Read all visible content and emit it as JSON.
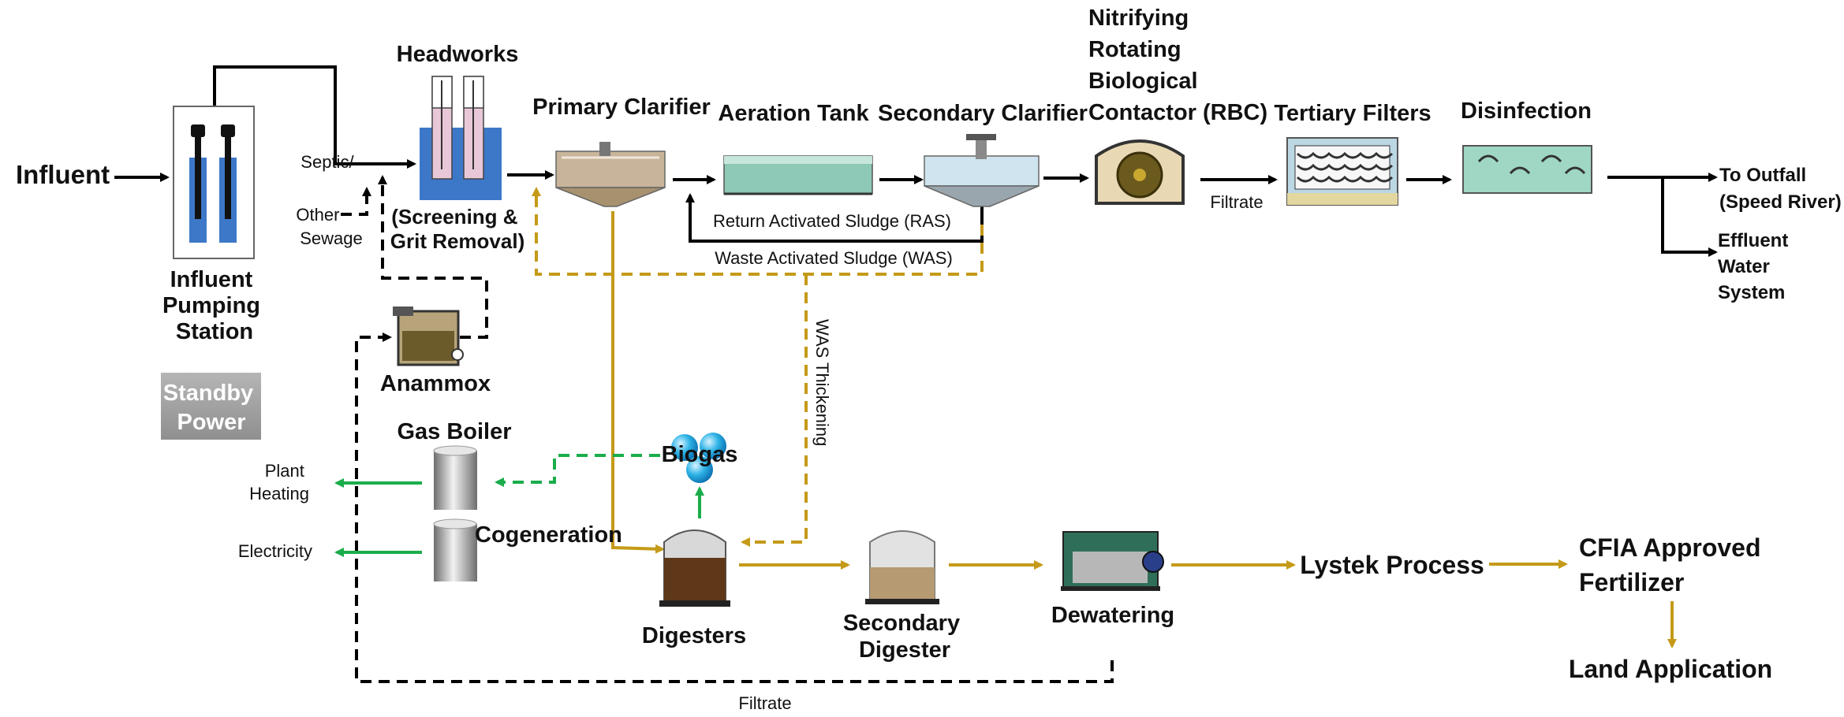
{
  "labels": {
    "influent": "Influent",
    "pumping_line1": "Influent",
    "pumping_line2": "Pumping",
    "pumping_line3": "Station",
    "standby_line1": "Standby",
    "standby_line2": "Power",
    "headworks": "Headworks",
    "headworks_sub1": "(Screening &",
    "headworks_sub2": "Grit Removal)",
    "septic_line1": "Septic/",
    "septic_line2": "Other",
    "septic_line3": "Sewage",
    "primary_clarifier": "Primary Clarifier",
    "aeration_tank": "Aeration Tank",
    "secondary_clarifier": "Secondary Clarifier",
    "rbc_line1": "Nitrifying",
    "rbc_line2": "Rotating",
    "rbc_line3": "Biological",
    "rbc_line4": "Contactor (RBC)",
    "tertiary_filters": "Tertiary Filters",
    "disinfection": "Disinfection",
    "filtrate_top": "Filtrate",
    "outfall_line1": "To Outfall",
    "outfall_line2": "(Speed River)",
    "effluent_line1": "Effluent",
    "effluent_line2": "Water",
    "effluent_line3": "System",
    "ras": "Return Activated Sludge (RAS)",
    "was": "Waste Activated Sludge (WAS)",
    "was_thickening": "WAS Thickening",
    "anammox": "Anammox",
    "gas_boiler": "Gas Boiler",
    "biogas": "Biogas",
    "plant_heating_line1": "Plant",
    "plant_heating_line2": "Heating",
    "electricity": "Electricity",
    "cogeneration": "Cogeneration",
    "digesters": "Digesters",
    "secondary_digester_line1": "Secondary",
    "secondary_digester_line2": "Digester",
    "dewatering": "Dewatering",
    "lystek": "Lystek Process",
    "cfia_line1": "CFIA Approved",
    "cfia_line2": "Fertilizer",
    "land_application": "Land Application",
    "filtrate_bottom": "Filtrate"
  },
  "colors": {
    "flow_main": "#000000",
    "flow_sludge": "#c49a18",
    "flow_gas_energy": "#1aad4b",
    "flow_filtrate_return": "#000000"
  }
}
